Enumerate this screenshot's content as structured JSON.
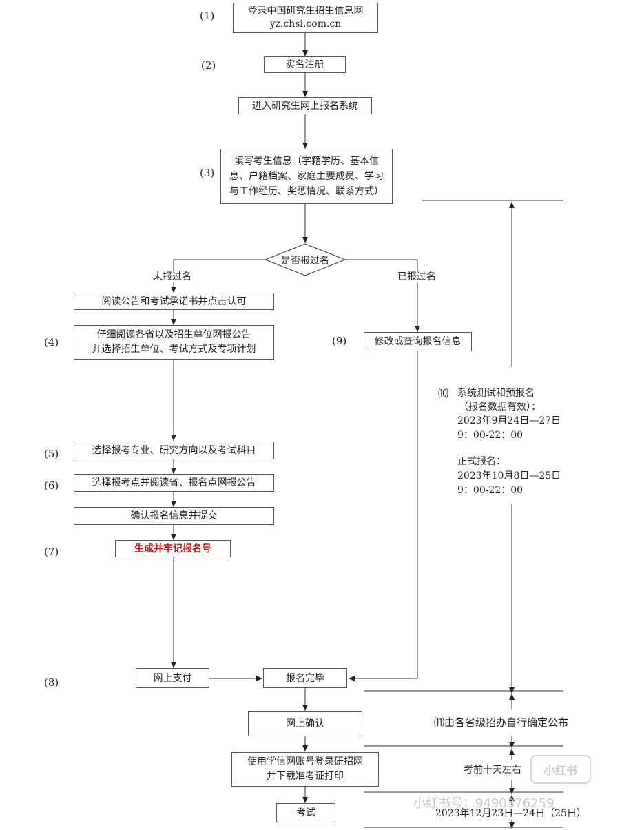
{
  "steps": {
    "s1": "(1)",
    "s2": "(2)",
    "s3": "(3)",
    "s4": "(4)",
    "s5": "(5)",
    "s6": "(6)",
    "s7": "(7)",
    "s8": "(8)",
    "s9": "(9)",
    "s10": "⑽",
    "s11": "⑾"
  },
  "boxes": {
    "login": "登录中国研究生招生信息网\nyz.chsi.com.cn",
    "register": "实名注册",
    "enter_system": "进入研究生网上报名系统",
    "fill_info": "填写考生信息（学籍学历、基本信息、户籍档案、家庭主要成员、学习与工作经历、奖惩情况、联系方式）",
    "read_notice": "阅读公告和考试承诺书并点击认可",
    "read_provinces": "仔细阅读各省以及招生单位网报公告\n并选择招生单位、考试方式及专项计划",
    "choose_major": "选择报考专业、研究方向以及考试科目",
    "choose_site": "选择报考点并阅读省、报名点网报公告",
    "confirm_submit": "确认报名信息并提交",
    "generate_number": "生成并牢记报名号",
    "modify_query": "修改或查询报名信息",
    "pay_online": "网上支付",
    "registration_done": "报名完毕",
    "online_confirm": "网上确认",
    "download_ticket": "使用学信网账号登录研招网\n并下载准考证打印",
    "exam": "考试"
  },
  "decision": {
    "question": "是否报过名",
    "no_branch": "未报过名",
    "yes_branch": "已报过名"
  },
  "timeline": {
    "pre_title": "系统测试和预报名",
    "pre_note": "（报名数据有效）：",
    "pre_dates": "2023年9月24日—27日",
    "pre_hours": "9：00-22：00",
    "formal_title": "正式报名：",
    "formal_dates": "2023年10月8日—25日",
    "formal_hours": "9：00-22：00",
    "confirm_note": "由各省级招办自行确定公布",
    "ten_days": "考前十天左右",
    "exam_dates": "2023年12月23日—24日（25日）"
  },
  "watermark": {
    "brand": "小红书",
    "id": "小红书号：9490376259"
  }
}
